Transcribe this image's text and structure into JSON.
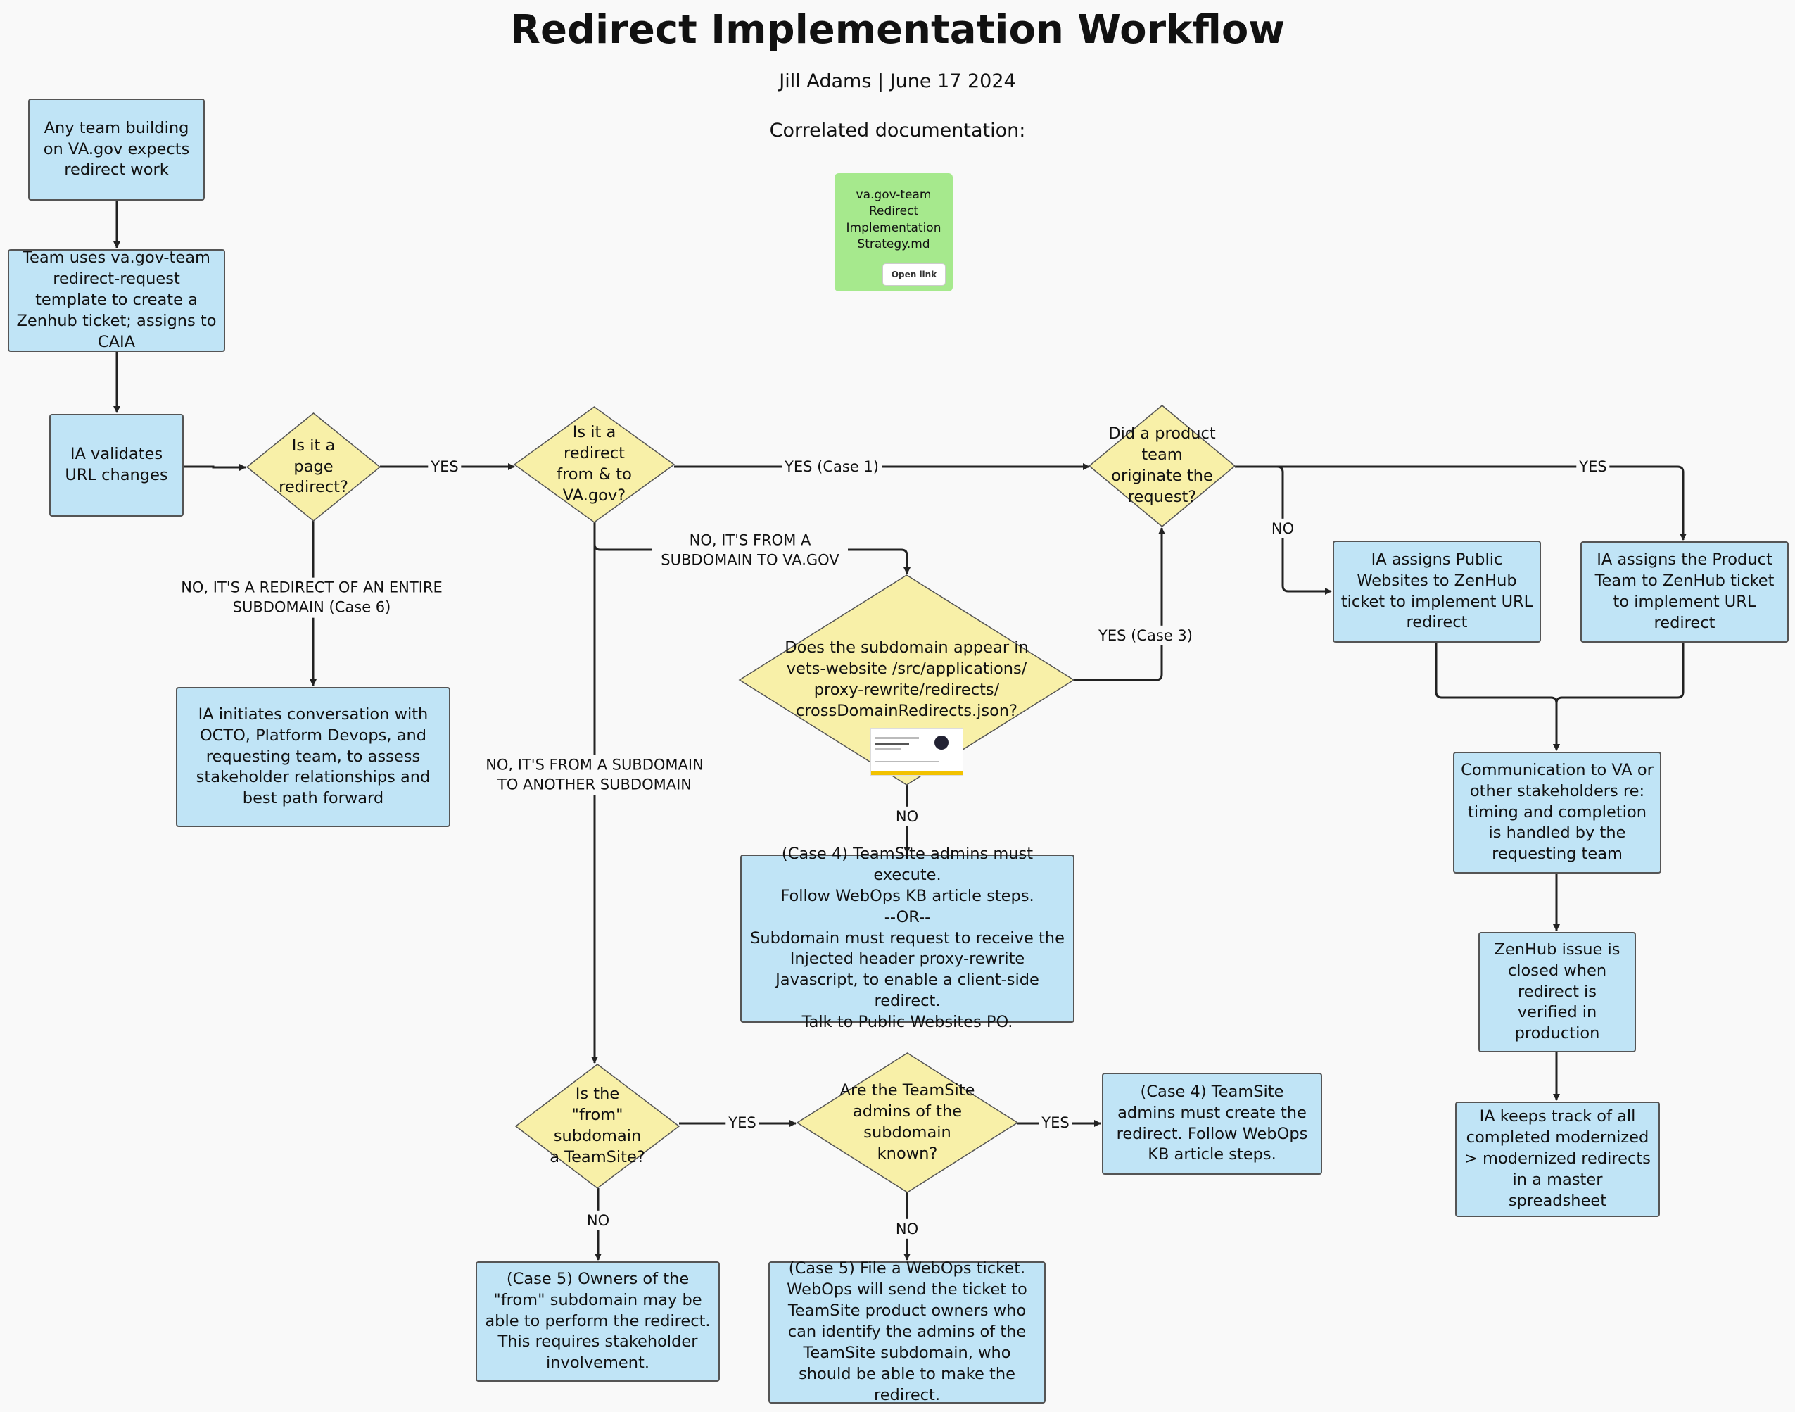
{
  "header": {
    "title": "Redirect Implementation Workflow",
    "subtitle": "Jill Adams | June 17 2024",
    "doc_label": "Correlated documentation:"
  },
  "doc_card": {
    "filename": "va.gov-team Redirect Implementation Strategy.md",
    "link_label": "Open link",
    "thumbnail_icon": "github-repo-preview-thumbnail"
  },
  "colors": {
    "process_fill": "#c0e4f6",
    "decision_fill": "#f8f0a8",
    "doc_fill": "#a6e98d",
    "line": "#222222"
  },
  "nodes": {
    "start": "Any team building on VA.gov expects redirect work",
    "template": "Team uses va.gov-team redirect-request template to create a Zenhub ticket; assigns to CAIA",
    "validate": "IA validates URL changes",
    "q_page": "Is it a page redirect?",
    "q_vagov": "Is it a redirect from & to VA.gov?",
    "q_product": "Did a product team originate the request?",
    "assign_public": "IA assigns Public Websites to ZenHub ticket to implement URL redirect",
    "assign_product": "IA assigns the Product Team to ZenHub ticket to implement URL redirect",
    "communication": "Communication to VA or other stakeholders re: timing and completion is handled by the requesting team",
    "closed": "ZenHub issue is closed when redirect is verified in production",
    "track": "IA keeps track of all completed modernized > modernized redirects in a master spreadsheet",
    "octo": "IA initiates conversation with OCTO, Platform Devops, and requesting team, to assess stakeholder relationships and best path forward",
    "q_subdomain_json": "Does the subdomain appear in vets-website /src/applications/ proxy-rewrite/redirects/ crossDomainRedirects.json?",
    "case4_execute": [
      "(Case 4) TeamSite admins must execute.",
      "Follow WebOps KB article steps.",
      "--OR--",
      "Subdomain must request to receive the Injected header proxy-rewrite Javascript, to enable a client-side redirect.",
      "Talk to Public Websites PO."
    ],
    "q_teamsite": "Is the \"from\" subdomain a TeamSite?",
    "q_admins": "Are the TeamSite admins of the subdomain known?",
    "case4_create": "(Case 4) TeamSite admins must create the redirect. Follow WebOps KB article steps.",
    "case5_owners": "(Case 5) Owners of the \"from\" subdomain may be able to perform the redirect. This requires stakeholder involvement.",
    "case5_ticket": "(Case 5) File a WebOps ticket. WebOps will send the ticket to TeamSite product owners who can identify the admins of the TeamSite subdomain, who should be able to make the redirect."
  },
  "edge_labels": {
    "page_yes": "YES",
    "vagov_yes": "YES (Case 1)",
    "product_yes": "YES",
    "product_no": "NO",
    "case6": "NO, IT'S A REDIRECT OF AN ENTIRE SUBDOMAIN (Case 6)",
    "from_subdomain": "NO, IT'S FROM A SUBDOMAIN TO VA.GOV",
    "sub_to_sub": "NO, IT'S FROM A SUBDOMAIN TO ANOTHER SUBDOMAIN",
    "case3": "YES (Case 3)",
    "json_no": "NO",
    "teamsite_yes": "YES",
    "teamsite_no": "NO",
    "admins_yes": "YES",
    "admins_no": "NO"
  }
}
